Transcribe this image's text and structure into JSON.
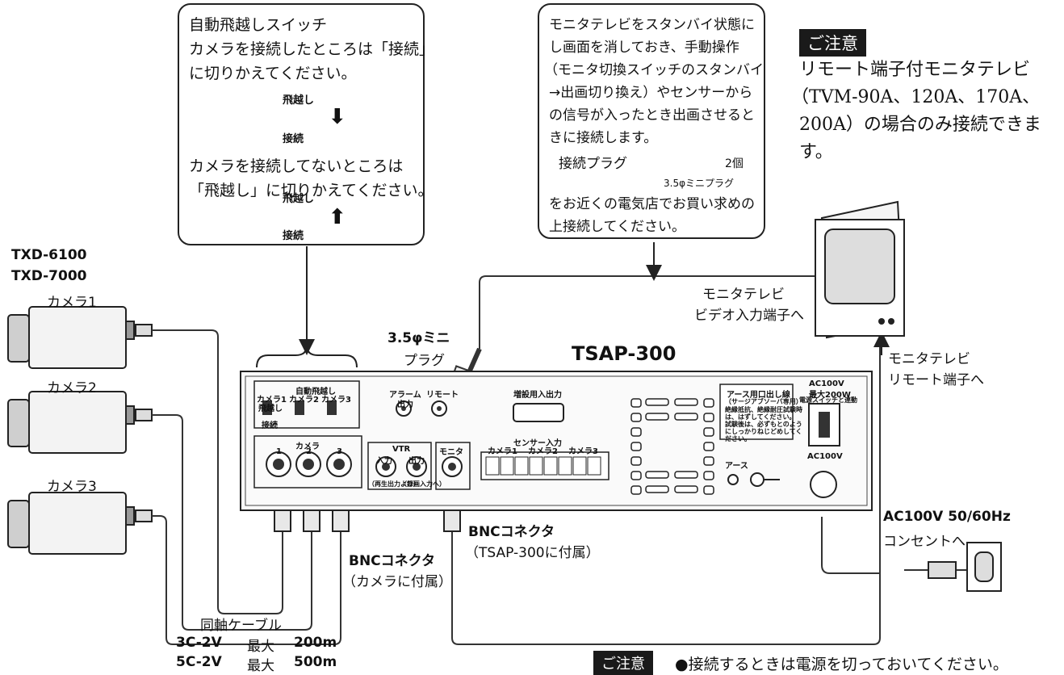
{
  "callout_left": {
    "line1": "自動飛越しスイッチ",
    "line2": "カメラを接続したところは「接続」",
    "line3": "に切りかえてください。",
    "sw1_top": "飛越し",
    "sw1_bottom": "接続",
    "line4": "カメラを接続してないところは",
    "line5": "「飛越し」に切りかえてください。",
    "sw2_top": "飛越し",
    "sw2_bottom": "接続"
  },
  "callout_right": {
    "line1": "モニタテレビをスタンバイ状態に",
    "line2": "し画面を消しておき、手動操作",
    "line3": "（モニタ切換スイッチのスタンバイ",
    "line4": "→出画切り換え）やセンサーから",
    "line5": "の信号が入ったとき出画させると",
    "line6": "きに接続します。",
    "plug_label": "接続プラグ",
    "plug_count": "2個",
    "plug_type": "3.5φミニプラグ",
    "line7": "をお近くの電気店でお買い求めの",
    "line8": "上接続してください。"
  },
  "notice": {
    "badge": "ご注意",
    "line1": "リモート端子付モニタテレビ",
    "line2": "（TVM-90A、120A、170A、",
    "line3": "200A）の場合のみ接続できま",
    "line4": "す。"
  },
  "models": {
    "line1": "TXD-6100",
    "line2": "TXD-7000"
  },
  "cameras": [
    "カメラ1",
    "カメラ2",
    "カメラ3"
  ],
  "device_title": "TSAP-300",
  "plug_label": {
    "line1": "3.5φミニ",
    "line2": "プラグ"
  },
  "monitor_video": {
    "line1": "モニタテレビ",
    "line2": "ビデオ入力端子へ"
  },
  "monitor_remote": {
    "line1": "モニタテレビ",
    "line2": "リモート端子へ"
  },
  "power": {
    "line1": "AC100V 50/60Hz",
    "line2": "コンセントへ"
  },
  "bnc_device": {
    "line1": "BNCコネクタ",
    "line2": "（TSAP-300に付属）"
  },
  "bnc_camera": {
    "line1": "BNCコネクタ",
    "line2": "（カメラに付属）"
  },
  "cable": {
    "title": "同軸ケーブル",
    "row1_type": "3C-2V",
    "row1_label": "最大",
    "row1_len": "200m",
    "row2_type": "5C-2V",
    "row2_label": "最大",
    "row2_len": "500m"
  },
  "bottom_note": {
    "badge": "ご注意",
    "text": "●接続するときは電源を切っておいてください。"
  },
  "panel": {
    "auto_skip": "自動飛越し",
    "cam_sw": [
      "カメラ1",
      "カメラ2",
      "カメラ3"
    ],
    "skip": "飛越し",
    "connect": "接続",
    "camera_group": "カメラ",
    "cam_nums": [
      "1",
      "2",
      "3"
    ],
    "alarm": "アラーム",
    "remote": "リモート",
    "out": "出力",
    "expansion": "増設用入出力",
    "vtr": "VTR",
    "vtr_in": "入力",
    "vtr_out": "出力",
    "vtr_in_note": "（再生出力より）",
    "vtr_out_note": "（録画入力へ）",
    "monitor": "モニタ",
    "sensor_input": "センサー入力",
    "sensor_cams": [
      "カメラ1",
      "カメラ2",
      "カメラ3"
    ],
    "earth_title": "アース用口出し線",
    "earth_sub": "（サージアブソーバ専用）",
    "earth_note1": "絶縁抵抗、絶縁耐圧試験時",
    "earth_note2": "は、はずしてください。",
    "earth_note3": "試験後は、必ずもとのよう",
    "earth_note4": "にしっかりねじどめしてく",
    "earth_note5": "ださい。",
    "earth": "アース",
    "ac_rating1": "AC100V",
    "ac_rating2": "最大200W",
    "ac_rating3": "電源スイッチと連動",
    "ac_in": "AC100V"
  }
}
